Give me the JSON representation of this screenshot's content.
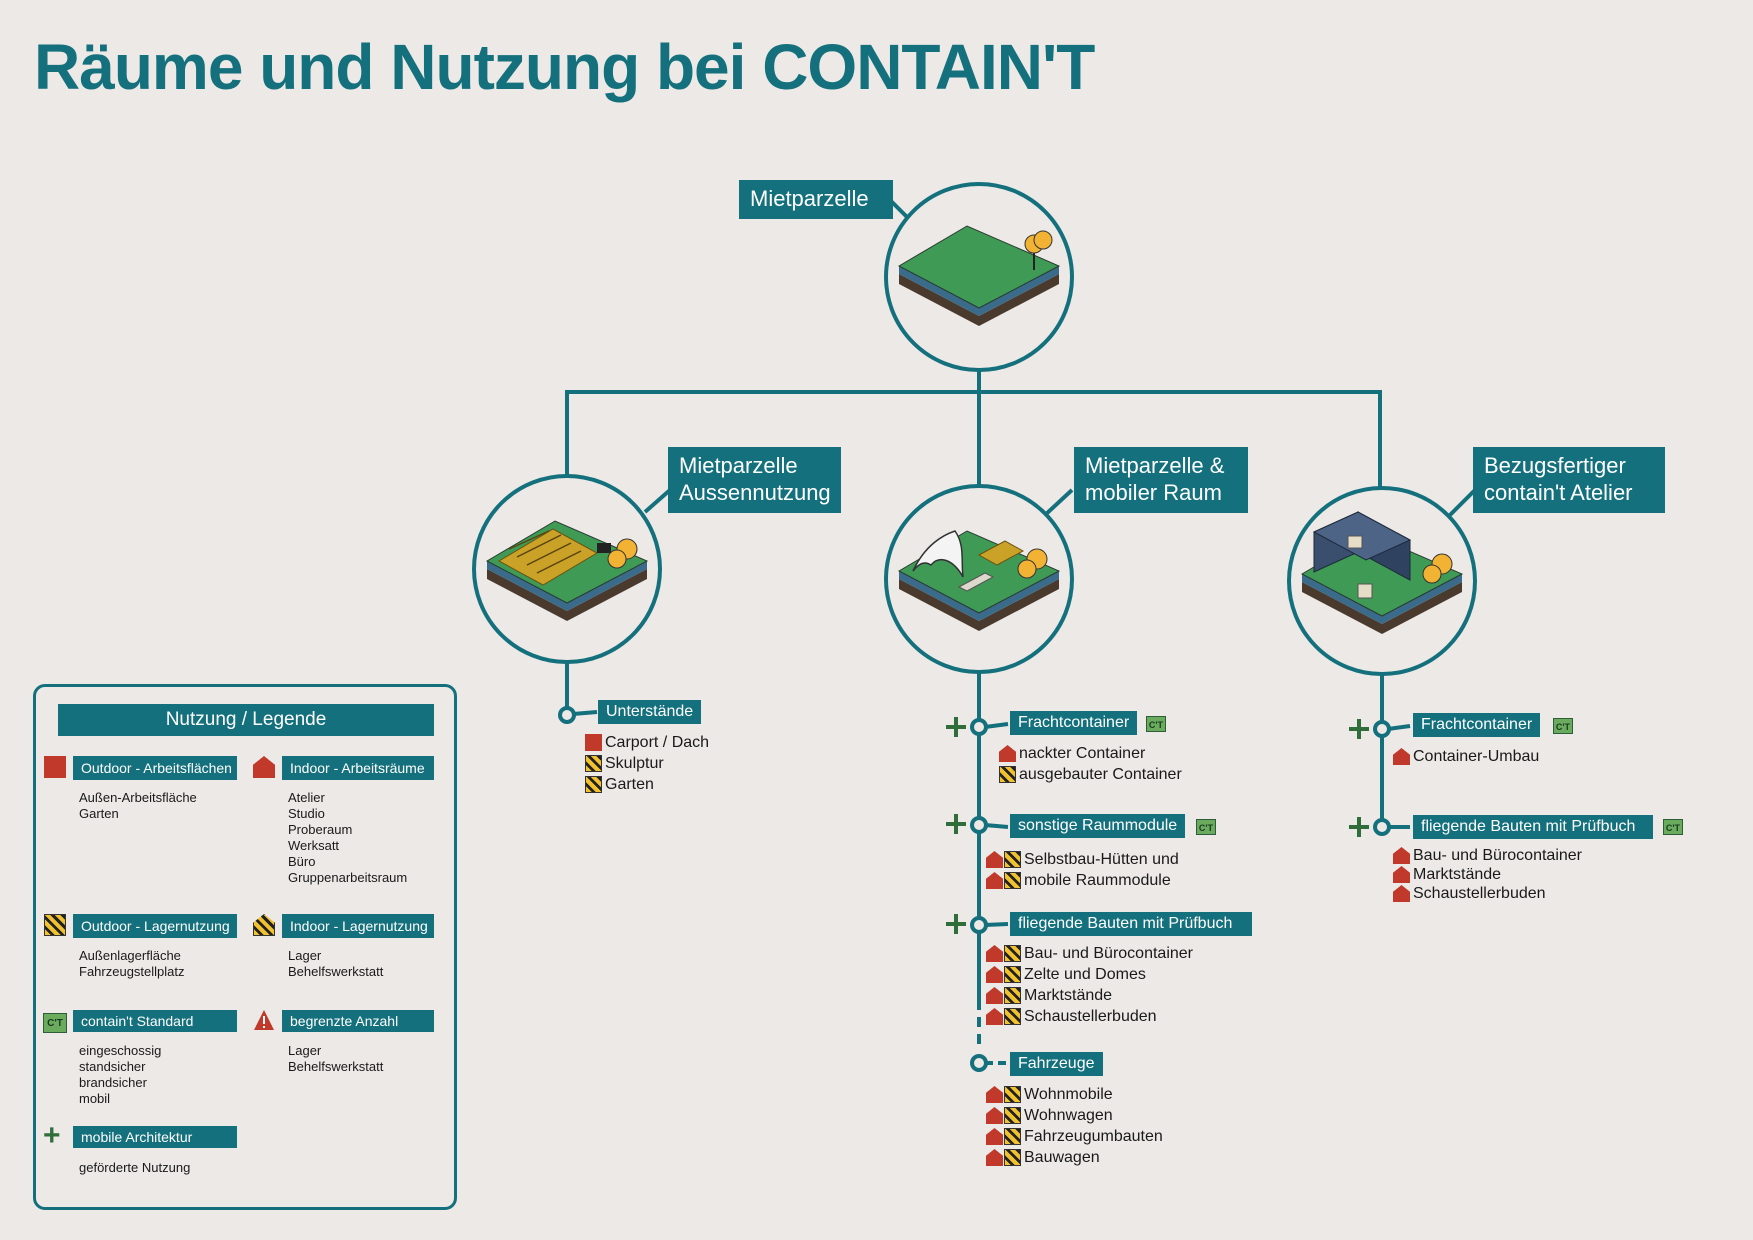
{
  "title": "Räume und Nutzung bei CONTAIN'T",
  "ct_badge": "C'T",
  "nodes": {
    "root": "Mietparzelle",
    "outdoor": "Mietparzelle\nAussennutzung",
    "mobile": "Mietparzelle &\nmobiler Raum",
    "atelier": "Bezugsfertiger\ncontain't Atelier"
  },
  "outdoor_branch": {
    "header": "Unterstände",
    "items": [
      "Carport / Dach",
      "Skulptur",
      "Garten"
    ]
  },
  "mobile_branch": {
    "frachtcontainer": {
      "header": "Frachtcontainer",
      "items": [
        "nackter Container",
        "ausgebauter Container"
      ]
    },
    "raummodule": {
      "header": "sonstige Raummodule",
      "items": [
        "Selbstbau-Hütten und",
        "mobile Raummodule"
      ]
    },
    "fliegende": {
      "header": "fliegende Bauten mit Prüfbuch",
      "items": [
        "Bau- und Bürocontainer",
        "Zelte und Domes",
        "Marktstände",
        "Schaustellerbuden"
      ]
    },
    "fahrzeuge": {
      "header": "Fahrzeuge",
      "items": [
        "Wohnmobile",
        "Wohnwagen",
        "Fahrzeugumbauten",
        "Bauwagen"
      ]
    }
  },
  "atelier_branch": {
    "frachtcontainer": {
      "header": "Frachtcontainer",
      "items": [
        "Container-Umbau"
      ]
    },
    "fliegende": {
      "header": "fliegende Bauten mit Prüfbuch",
      "items": [
        "Bau- und Bürocontainer",
        "Marktstände",
        "Schaustellerbuden"
      ]
    }
  },
  "legend": {
    "title": "Nutzung / Legende",
    "outdoor_work": {
      "label": "Outdoor - Arbeitsflächen",
      "desc": "Außen-Arbeitsfläche\nGarten"
    },
    "indoor_work": {
      "label": "Indoor - Arbeitsräume",
      "desc": "Atelier\nStudio\nProberaum\nWerksatt\nBüro\nGruppenarbeitsraum"
    },
    "outdoor_storage": {
      "label": "Outdoor - Lagernutzung",
      "desc": "Außenlagerfläche\nFahrzeugstellplatz"
    },
    "indoor_storage": {
      "label": "Indoor - Lagernutzung",
      "desc": "Lager\nBehelfswerkstatt"
    },
    "standard": {
      "label": "contain't Standard",
      "desc": "eingeschossig\nstandsicher\nbrandsicher\nmobil"
    },
    "limited": {
      "label": "begrenzte Anzahl",
      "desc": "Lager\nBehelfswerkstatt"
    },
    "mobile_arch": {
      "label": "mobile Architektur",
      "desc": "geförderte Nutzung"
    }
  },
  "colors": {
    "teal": "#13707c",
    "background": "#ece9e6",
    "grass": "#3e9a55",
    "red": "#c0392b",
    "yellow": "#f2c12e",
    "ct_green": "#6bab5e"
  }
}
